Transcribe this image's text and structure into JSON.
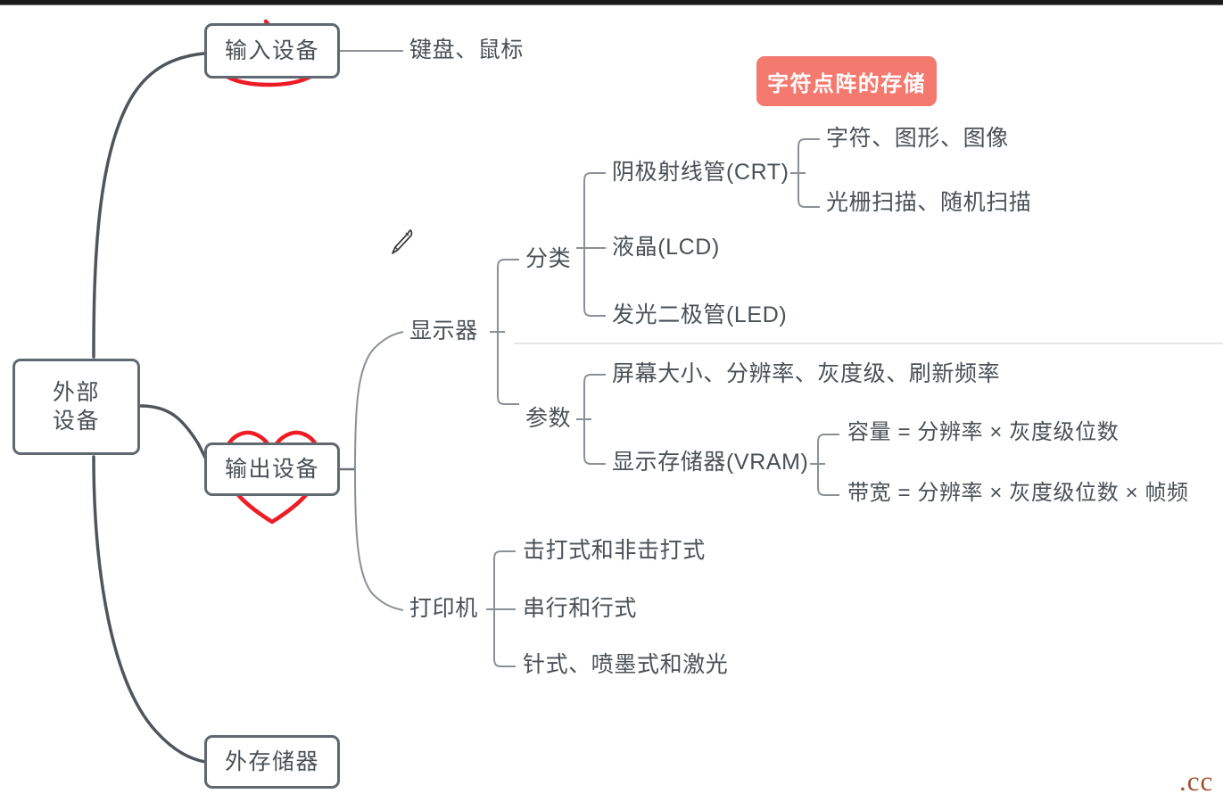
{
  "diagram": {
    "kind": "mind-map",
    "root": {
      "label": "外部\n设备"
    },
    "branches": [
      {
        "label": "输入设备",
        "annotation": "red-circle"
      },
      {
        "label": "输出设备",
        "annotation": "red-heart"
      },
      {
        "label": "外存储器",
        "annotation": "none"
      }
    ],
    "input_device_children": [
      {
        "label": "键盘、鼠标"
      }
    ],
    "output_device_children": [
      {
        "label": "显示器"
      },
      {
        "label": "打印机"
      }
    ],
    "display_groups": [
      {
        "label": "分类"
      },
      {
        "label": "参数"
      }
    ],
    "display_category_items": [
      {
        "label": "阴极射线管(CRT)"
      },
      {
        "label": "液晶(LCD)"
      },
      {
        "label": "发光二极管(LED)"
      }
    ],
    "crt_children": [
      {
        "label": "字符、图形、图像"
      },
      {
        "label": "光栅扫描、随机扫描"
      }
    ],
    "display_param_items": [
      {
        "label": "屏幕大小、分辨率、灰度级、刷新频率"
      },
      {
        "label": "显示存储器(VRAM)"
      }
    ],
    "vram_children": [
      {
        "label": "容量 = 分辨率 × 灰度级位数"
      },
      {
        "label": "带宽 = 分辨率 × 灰度级位数 × 帧频"
      }
    ],
    "printer_children": [
      {
        "label": "击打式和非击打式"
      },
      {
        "label": "串行和行式"
      },
      {
        "label": "针式、喷墨式和激光"
      }
    ],
    "badge": {
      "label": "字符点阵的存储"
    },
    "watermark": {
      "label": ".cc"
    }
  },
  "colors": {
    "node_stroke": "#606870",
    "text": "#4a5056",
    "connector": "#6b7178",
    "thin_connector": "#8a9096",
    "badge_bg": "#f4796f",
    "badge_text": "#ffffff",
    "annotation_red": "#ee1c25",
    "divider": "#e4e6e8",
    "watermark": "#a0522d"
  }
}
